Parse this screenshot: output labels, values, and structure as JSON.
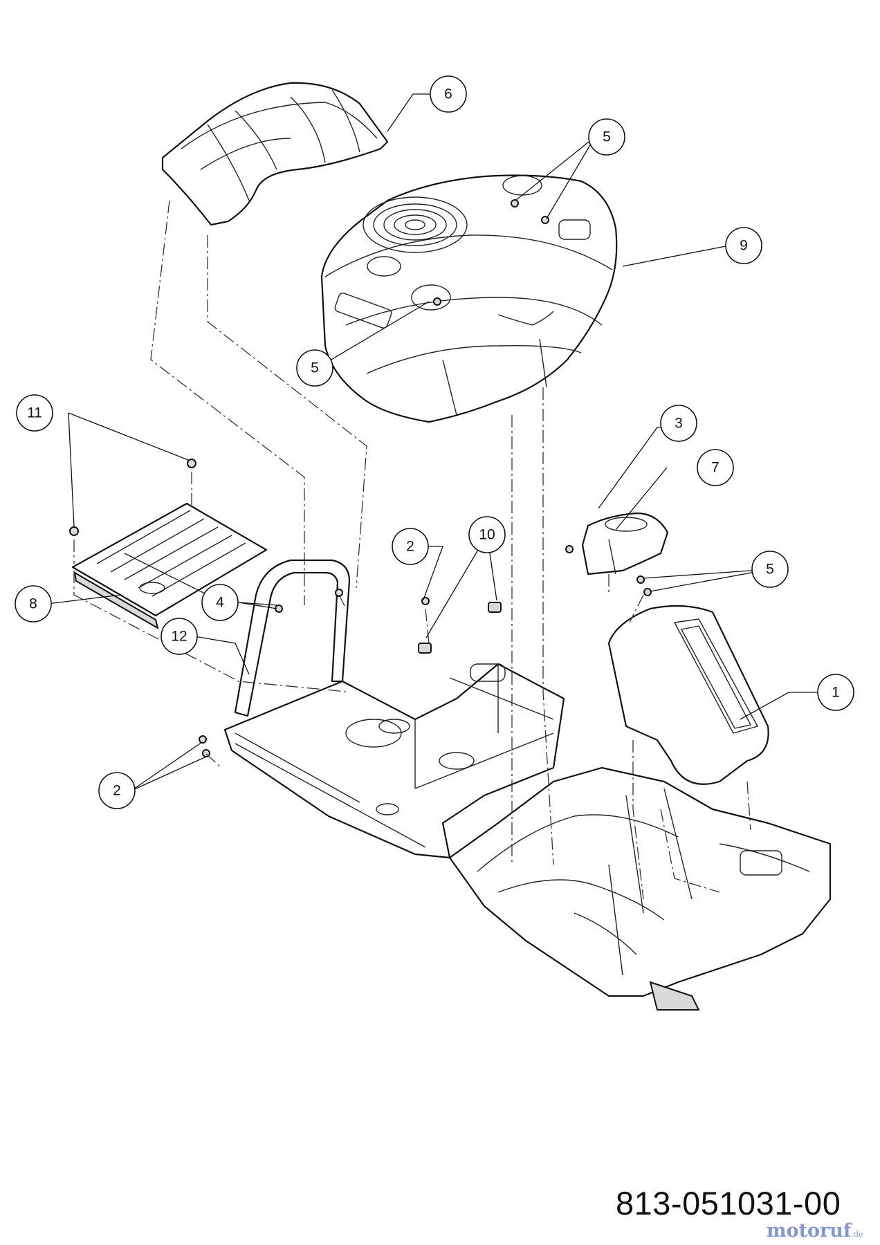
{
  "callouts": [
    {
      "id": "c1",
      "label": "1"
    },
    {
      "id": "c2a",
      "label": "2"
    },
    {
      "id": "c2b",
      "label": "2"
    },
    {
      "id": "c3",
      "label": "3"
    },
    {
      "id": "c4",
      "label": "4"
    },
    {
      "id": "c5a",
      "label": "5"
    },
    {
      "id": "c5b",
      "label": "5"
    },
    {
      "id": "c5c",
      "label": "5"
    },
    {
      "id": "c6",
      "label": "6"
    },
    {
      "id": "c7",
      "label": "7"
    },
    {
      "id": "c8",
      "label": "8"
    },
    {
      "id": "c9",
      "label": "9"
    },
    {
      "id": "c10",
      "label": "10"
    },
    {
      "id": "c11",
      "label": "11"
    },
    {
      "id": "c12",
      "label": "12"
    }
  ],
  "part_number": "813-051031-00",
  "watermark": {
    "brand": "motoruf",
    "suffix": ".de"
  }
}
